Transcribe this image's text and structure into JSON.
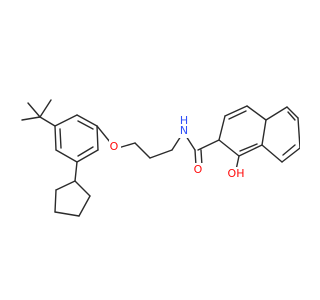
{
  "molecule": {
    "atom_labels": {
      "oxygen_ether": "O",
      "nitrogen_amide": "N",
      "hydrogen_amide": "H",
      "oxygen_carbonyl": "O",
      "hydroxyl": "OH"
    },
    "colors": {
      "bond": "#2b2b2b",
      "oxygen": "#ff0d0d",
      "nitrogen": "#3050f8"
    }
  }
}
